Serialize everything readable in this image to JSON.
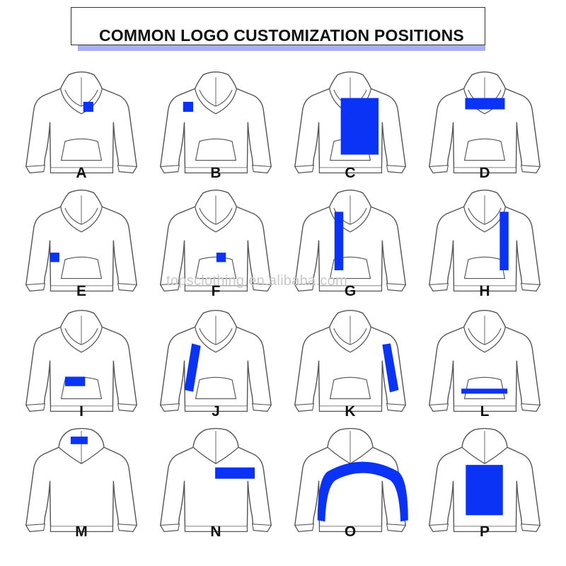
{
  "title": "COMMON LOGO CUSTOMIZATION POSITIONS",
  "watermark": "topsclothing.en.alibaba.com",
  "colors": {
    "logo": "#0a33f5",
    "title_shadow": "#a9aef7",
    "outline": "#555555"
  },
  "positions": [
    {
      "label": "A",
      "view": "front",
      "placement": "left chest"
    },
    {
      "label": "B",
      "view": "front",
      "placement": "right chest"
    },
    {
      "label": "C",
      "view": "front",
      "placement": "full front"
    },
    {
      "label": "D",
      "view": "front",
      "placement": "across chest"
    },
    {
      "label": "E",
      "view": "front",
      "placement": "lower right hem"
    },
    {
      "label": "F",
      "view": "front",
      "placement": "lower left hem"
    },
    {
      "label": "G",
      "view": "front",
      "placement": "right side vertical"
    },
    {
      "label": "H",
      "view": "front",
      "placement": "left side vertical"
    },
    {
      "label": "I",
      "view": "front",
      "placement": "pocket"
    },
    {
      "label": "J",
      "view": "front",
      "placement": "right sleeve"
    },
    {
      "label": "K",
      "view": "front",
      "placement": "left sleeve"
    },
    {
      "label": "L",
      "view": "front",
      "placement": "hem band"
    },
    {
      "label": "M",
      "view": "back",
      "placement": "back neck"
    },
    {
      "label": "N",
      "view": "back",
      "placement": "upper back"
    },
    {
      "label": "O",
      "view": "back",
      "placement": "back arc across shoulders and sleeves"
    },
    {
      "label": "P",
      "view": "back",
      "placement": "full back"
    }
  ]
}
